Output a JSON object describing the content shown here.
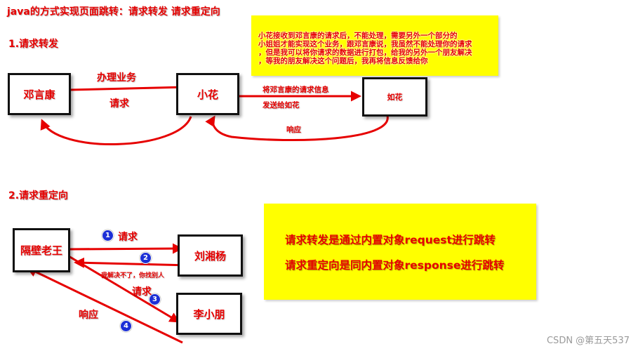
{
  "title": "java的方式实现页面跳转：请求转发 请求重定向",
  "forward": {
    "heading": "1.请求转发",
    "boxes": {
      "a": "邓言康",
      "b": "小花",
      "c": "如花"
    },
    "labels": {
      "business": "办理业务",
      "request": "请求",
      "send_info": "将邓言康的请求信息",
      "send_to": "发送给如花",
      "response": "响应"
    },
    "note_lines": [
      "小花接收到邓言康的请求后，不能处理，需要另外一个部分的",
      "小姐姐才能实现这个业务，跟邓言康说，我虽然不能处理你的请求",
      "，但是我可以将你请求的数据进行打包，给我的另外一个朋友解决",
      "，等我的朋友解决这个问题后，我再将信息反馈给你"
    ]
  },
  "redirect": {
    "heading": "2.请求重定向",
    "boxes": {
      "a": "隔壁老王",
      "b": "刘湘杨",
      "c": "李小朋"
    },
    "steps": [
      "1",
      "2",
      "3",
      "4"
    ],
    "labels": {
      "request1": "请求",
      "cant_solve": "我解决不了，你找别人",
      "request2": "请求",
      "response": "响应"
    },
    "summary_lines": [
      "请求转发是通过内置对象request进行跳转",
      "请求重定向是同内置对象response进行跳转"
    ]
  },
  "watermark": "CSDN @第五天537",
  "colors": {
    "accent": "#e60000",
    "note": "#ffff00",
    "step": "#1c2fd6"
  }
}
